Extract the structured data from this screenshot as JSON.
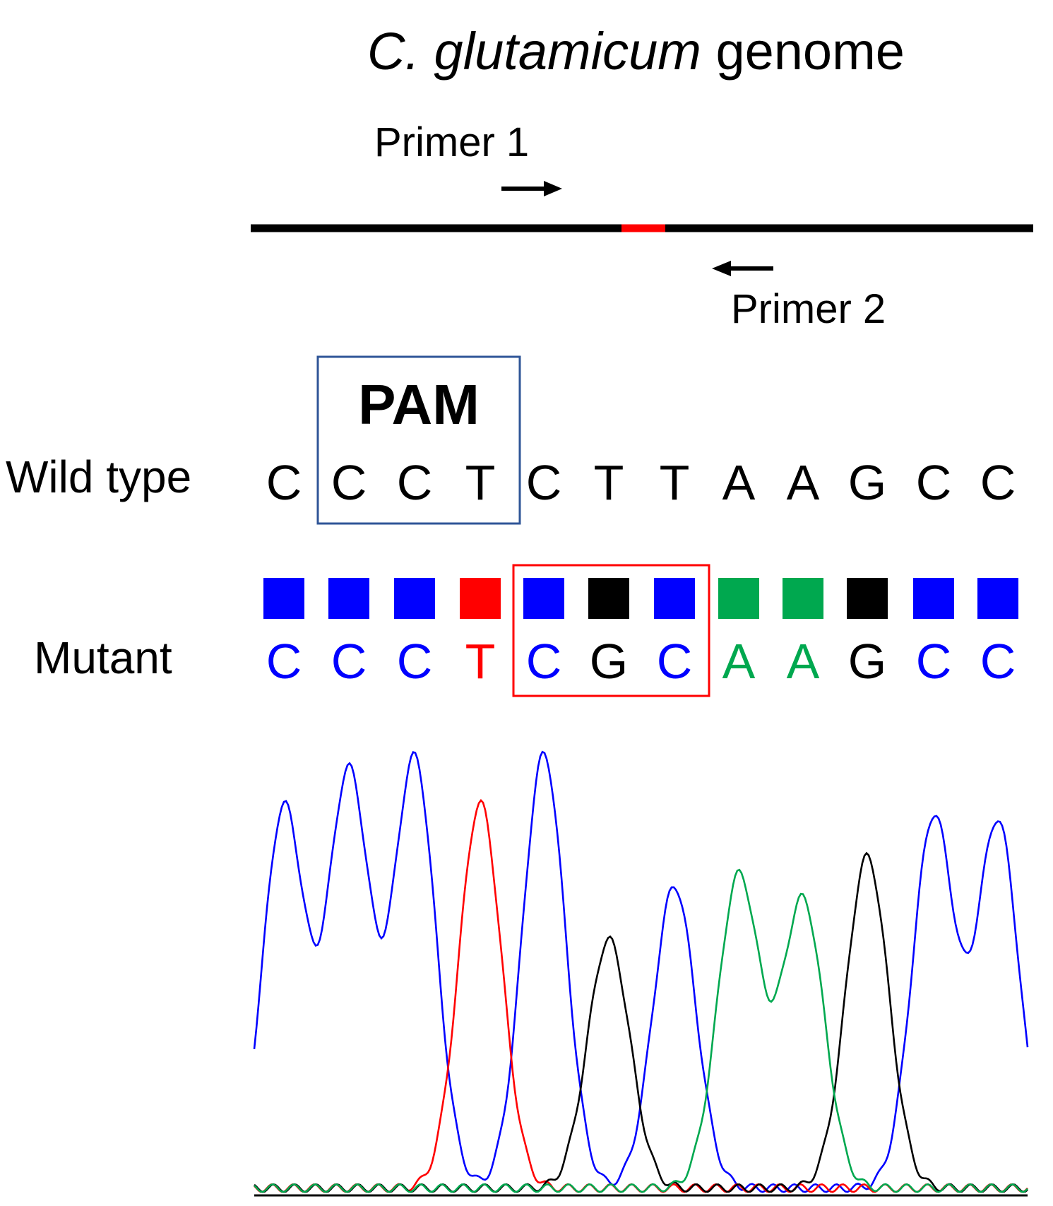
{
  "title": {
    "species": "C. glutamicum",
    "suffix": " genome"
  },
  "primers": {
    "primer1": "Primer 1",
    "primer2": "Primer 2"
  },
  "pam_label": "PAM",
  "wild_type": {
    "label": "Wild type",
    "sequence": [
      "C",
      "C",
      "C",
      "T",
      "C",
      "T",
      "T",
      "A",
      "A",
      "G",
      "C",
      "C"
    ]
  },
  "mutant": {
    "label": "Mutant",
    "sequence": [
      "C",
      "C",
      "C",
      "T",
      "C",
      "G",
      "C",
      "A",
      "A",
      "G",
      "C",
      "C"
    ]
  },
  "base_colors": {
    "A": "#00a84f",
    "C": "#0000ff",
    "G": "#000000",
    "T": "#ff0000"
  },
  "box_colors": {
    "pam": "#2f5597",
    "mutation": "#ff0000",
    "target": "#ff0000"
  },
  "chart_data": {
    "type": "line",
    "title": "",
    "xlabel": "",
    "ylabel": "",
    "categories": [
      "C",
      "C",
      "C",
      "T",
      "C",
      "G",
      "C",
      "A",
      "A",
      "G",
      "C",
      "C"
    ],
    "peak_heights": [
      0.78,
      0.85,
      0.88,
      0.79,
      0.89,
      0.51,
      0.62,
      0.64,
      0.59,
      0.68,
      0.76,
      0.75
    ],
    "series": [
      {
        "base": "C",
        "color": "#0000ff"
      },
      {
        "base": "T",
        "color": "#ff0000"
      },
      {
        "base": "G",
        "color": "#000000"
      },
      {
        "base": "A",
        "color": "#00a84f"
      }
    ]
  }
}
